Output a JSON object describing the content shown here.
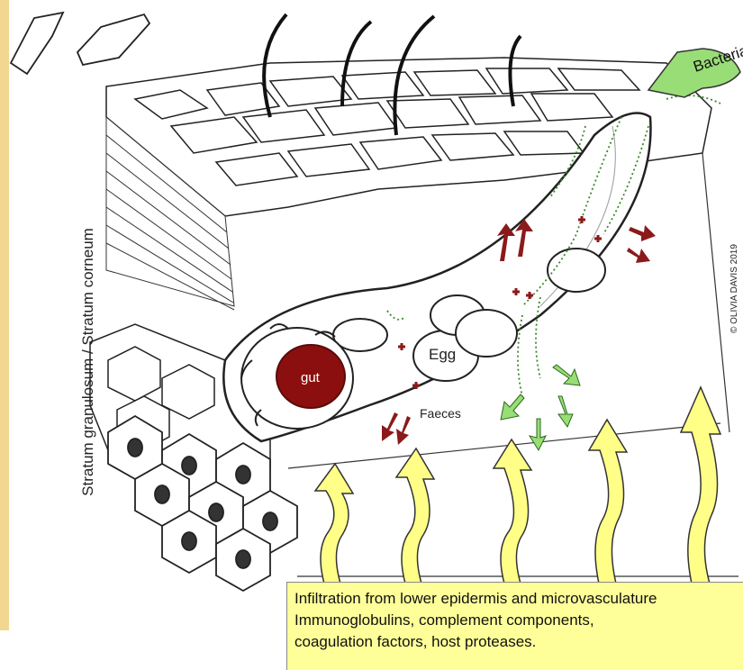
{
  "labels": {
    "bacteria": "Bacteria",
    "egg": "Egg",
    "gut": "gut",
    "faeces": "Faeces",
    "layers": "Stratum  granulosum / Stratum corneum",
    "copyright": "© OLIVIA DAVIS 2019"
  },
  "info_box": {
    "line1": "Infiltration from lower epidermis and microvasculature",
    "line2": "Immunoglobulins, complement components,",
    "line3": "coagulation factors, host proteases."
  },
  "colors": {
    "arrow_yellow": "#ffff88",
    "arrow_green": "#99dd77",
    "arrow_red": "#8b1a1a",
    "gut_red": "#8b0f0f",
    "box_yellow": "#ffff99",
    "left_band": "#f2d790"
  }
}
